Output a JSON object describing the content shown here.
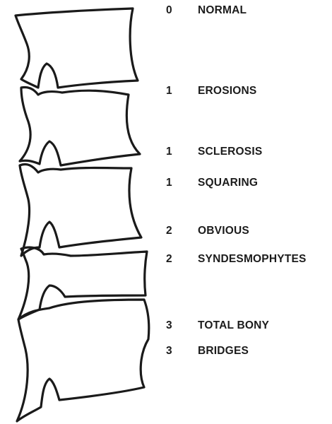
{
  "grading_labels": [
    {
      "score": "0",
      "text": "NORMAL"
    },
    {
      "score": "1",
      "text": "EROSIONS"
    },
    {
      "score": "1",
      "text": "SCLEROSIS"
    },
    {
      "score": "1",
      "text": "SQUARING"
    },
    {
      "score": "2",
      "text": "OBVIOUS"
    },
    {
      "score": "2",
      "text": "SYNDESMOPHYTES"
    },
    {
      "score": "3",
      "text": "TOTAL BONY"
    },
    {
      "score": "3",
      "text": "BRIDGES"
    }
  ],
  "colors": {
    "line": "#1a1a1a",
    "text": "#1c1c1c",
    "background": "#ffffff"
  }
}
